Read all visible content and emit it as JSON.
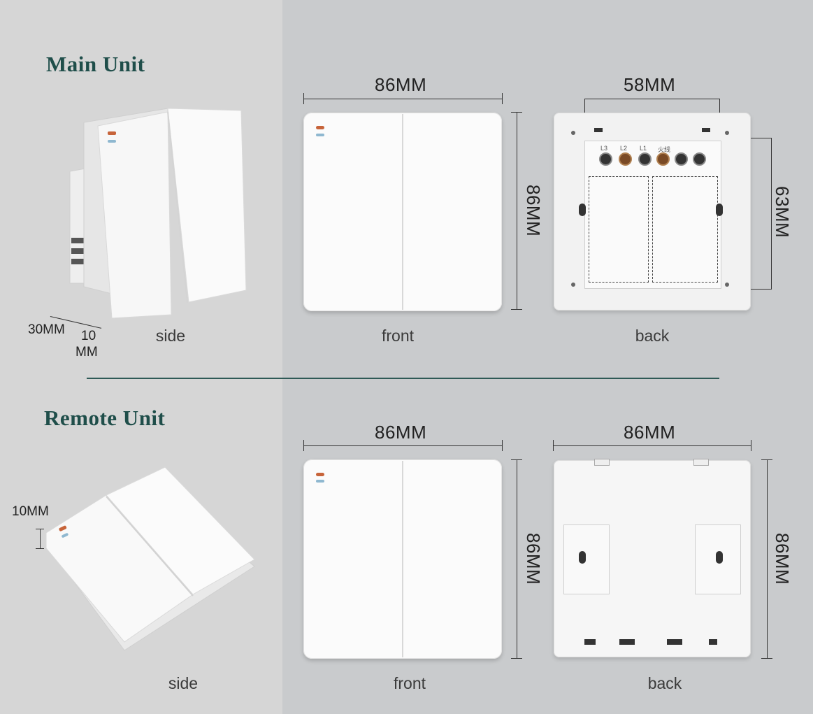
{
  "sections": {
    "main": {
      "title": "Main Unit"
    },
    "remote": {
      "title": "Remote Unit"
    }
  },
  "labels": {
    "main_side": "side",
    "main_front": "front",
    "main_back": "back",
    "remote_side": "side",
    "remote_front": "front",
    "remote_back": "back"
  },
  "dimensions": {
    "main_side_depth": "30MM",
    "main_side_thickness_a": "10",
    "main_side_thickness_b": "MM",
    "main_front_width": "86MM",
    "main_front_height": "86MM",
    "main_back_width": "58MM",
    "main_back_height": "63MM",
    "remote_side_thickness": "10MM",
    "remote_front_width": "86MM",
    "remote_front_height": "86MM",
    "remote_back_width": "86MM",
    "remote_back_height": "86MM"
  },
  "terminals": [
    "L3",
    "L2",
    "L1",
    "火线"
  ],
  "colors": {
    "title": "#1f4e4a",
    "led": "#c7643a",
    "panel": "#fbfbfb"
  }
}
